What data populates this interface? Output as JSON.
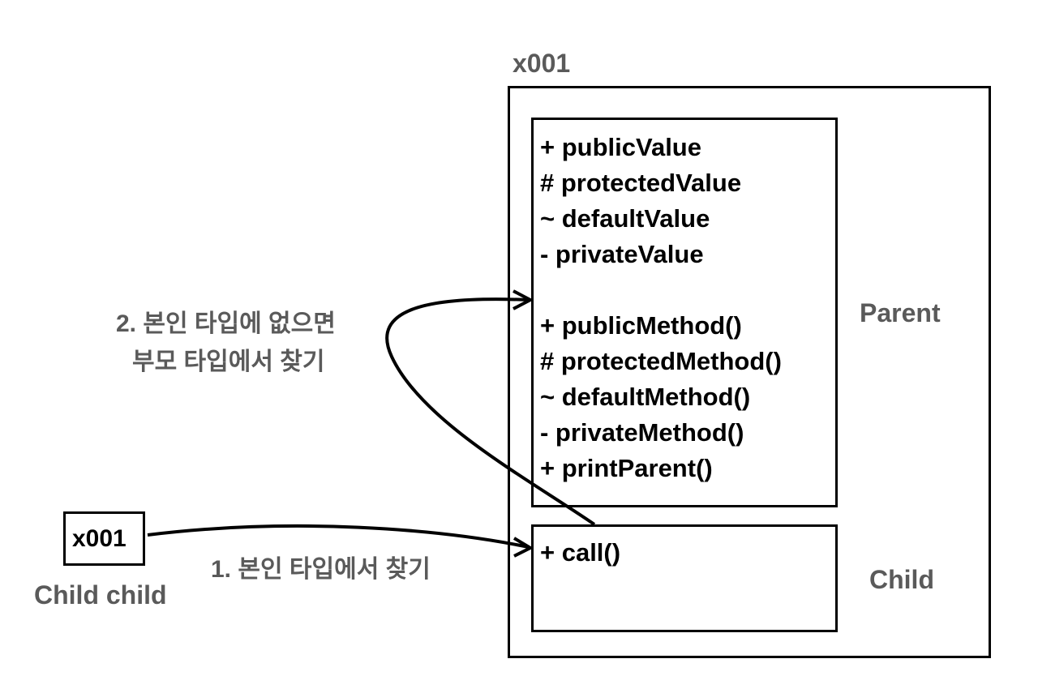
{
  "object_address": "x001",
  "parent": {
    "label": "Parent",
    "fields": [
      "+ publicValue",
      "# protectedValue",
      "~ defaultValue",
      "- privateValue"
    ],
    "methods": [
      "+ publicMethod()",
      "# protectedMethod()",
      "~ defaultMethod()",
      "- privateMethod()",
      "+ printParent()"
    ]
  },
  "child": {
    "label": "Child",
    "methods": [
      "+ call()"
    ]
  },
  "reference": {
    "value": "x001",
    "declaration": "Child child"
  },
  "steps": {
    "step1": "1. 본인 타입에서 찾기",
    "step2_line1": "2. 본인 타입에 없으면",
    "step2_line2": "부모 타입에서 찾기"
  }
}
